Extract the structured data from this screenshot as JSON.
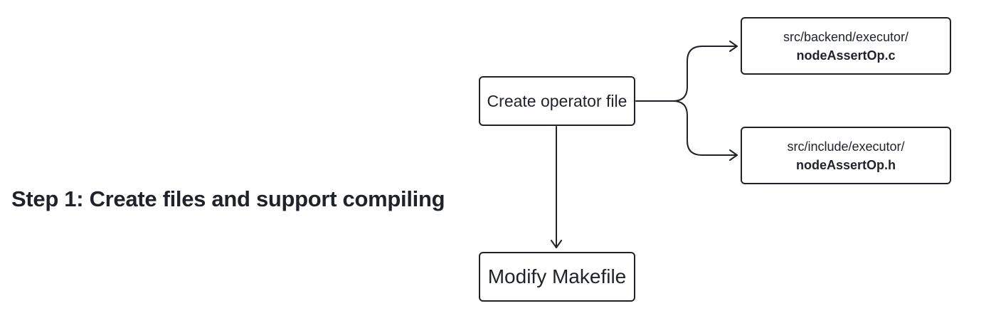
{
  "title": "Step 1: Create files and support compiling",
  "nodes": {
    "create_operator": "Create operator file",
    "modify_makefile": "Modify Makefile",
    "backend_file": {
      "path": "src/backend/executor/",
      "name": "nodeAssertOp.c"
    },
    "include_file": {
      "path": "src/include/executor/",
      "name": "nodeAssertOp.h"
    }
  },
  "edges": [
    {
      "from": "Create operator file",
      "to": "nodeAssertOp.c"
    },
    {
      "from": "Create operator file",
      "to": "nodeAssertOp.h"
    },
    {
      "from": "Create operator file",
      "to": "Modify Makefile"
    }
  ]
}
